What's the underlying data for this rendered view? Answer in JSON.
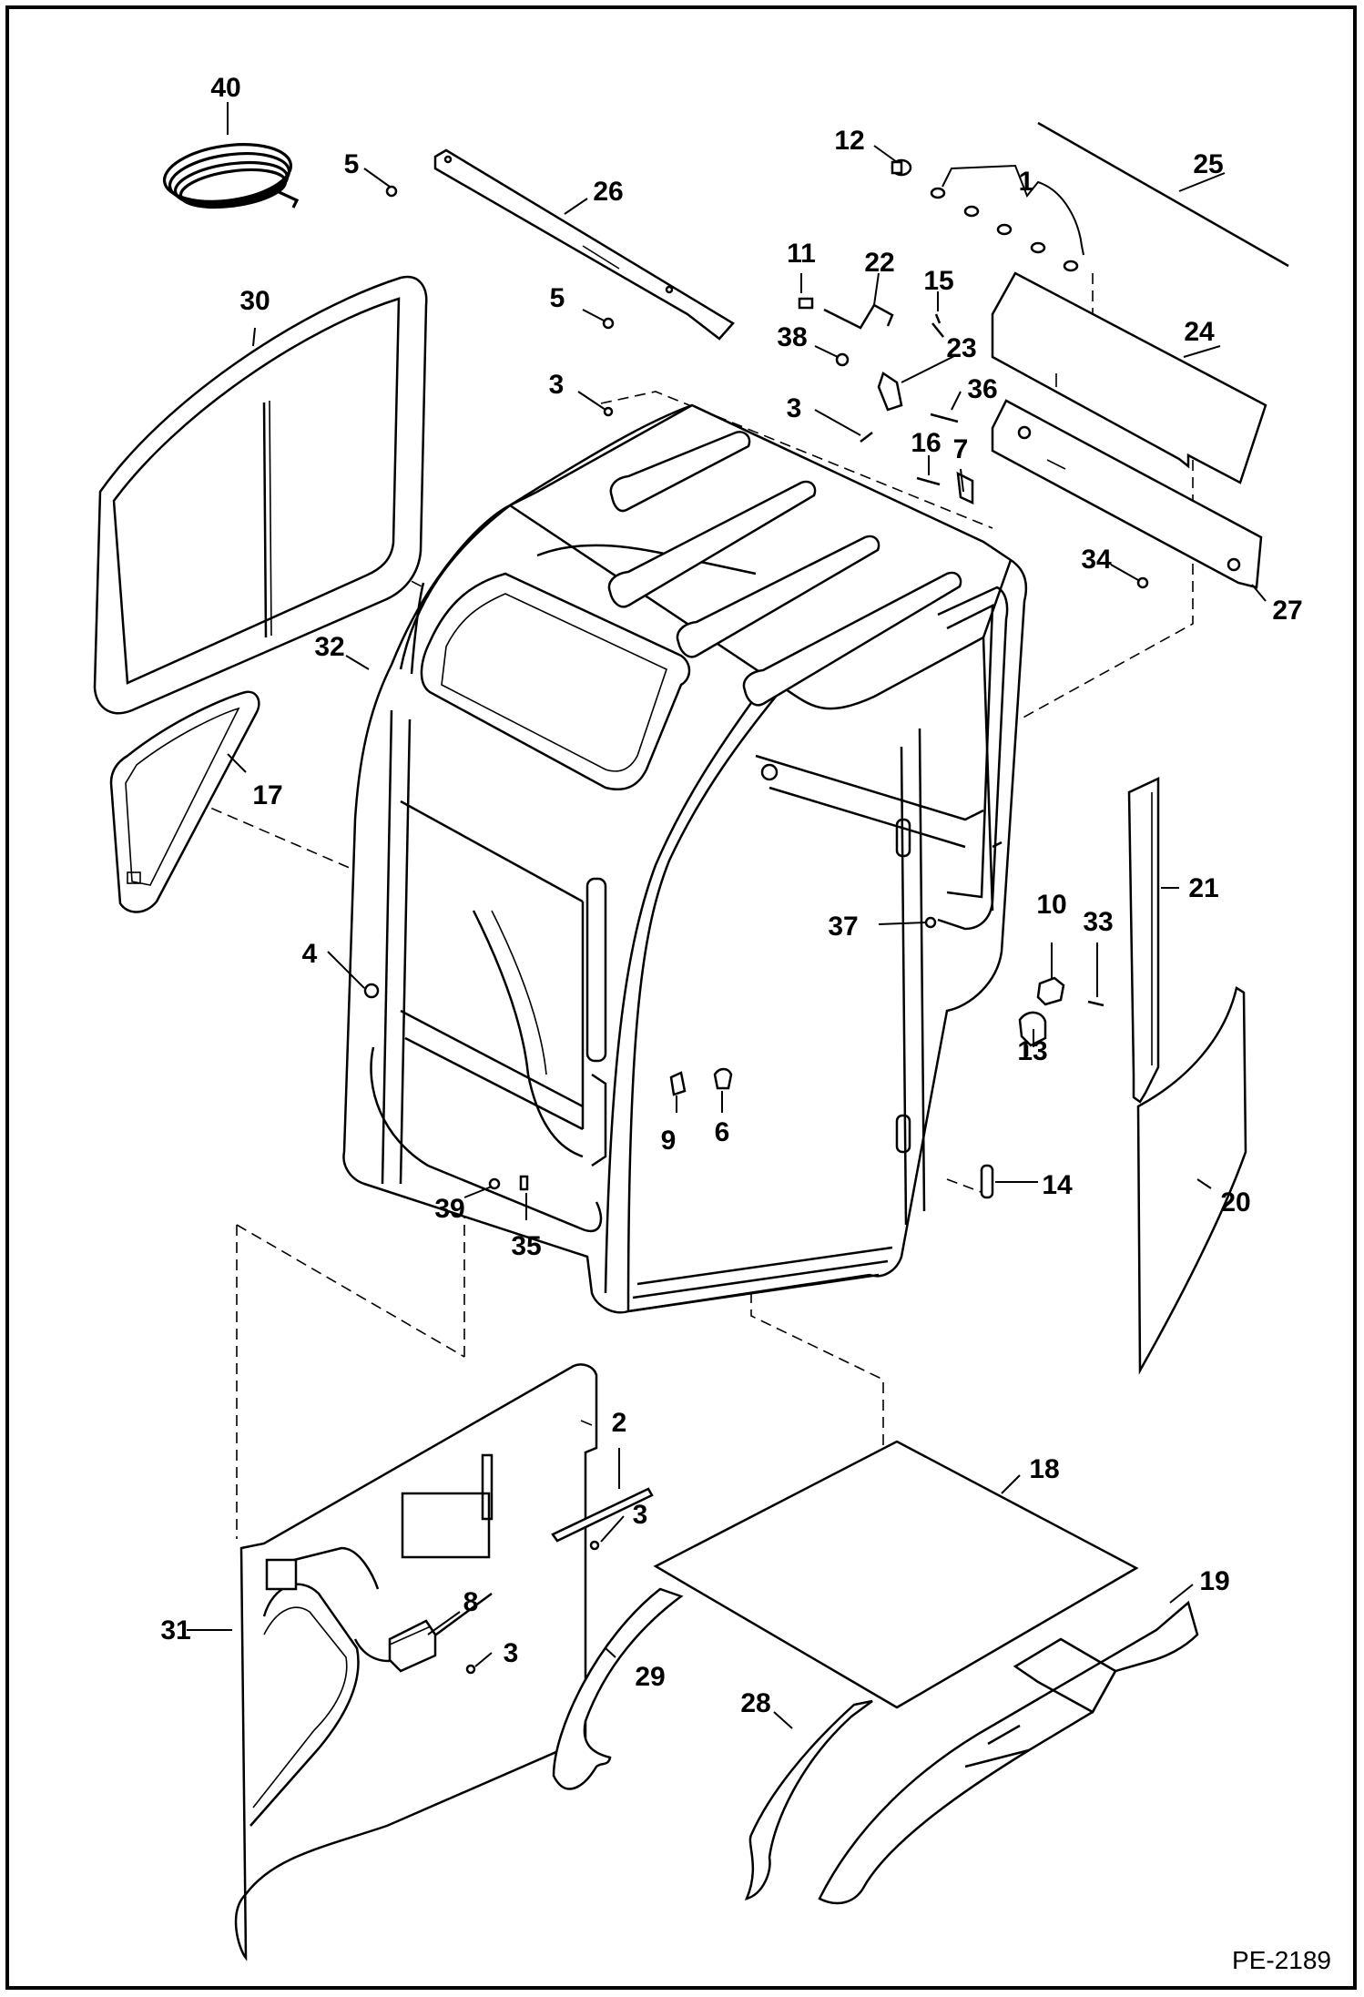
{
  "document": {
    "drawing_number": "PE-2189"
  },
  "callouts": [
    {
      "id": "1",
      "label": "1"
    },
    {
      "id": "2",
      "label": "2"
    },
    {
      "id": "3a",
      "label": "3"
    },
    {
      "id": "3b",
      "label": "3"
    },
    {
      "id": "3c",
      "label": "3"
    },
    {
      "id": "3d",
      "label": "3"
    },
    {
      "id": "4",
      "label": "4"
    },
    {
      "id": "5a",
      "label": "5"
    },
    {
      "id": "5b",
      "label": "5"
    },
    {
      "id": "6",
      "label": "6"
    },
    {
      "id": "7",
      "label": "7"
    },
    {
      "id": "8",
      "label": "8"
    },
    {
      "id": "9",
      "label": "9"
    },
    {
      "id": "10",
      "label": "10"
    },
    {
      "id": "11",
      "label": "11"
    },
    {
      "id": "12",
      "label": "12"
    },
    {
      "id": "13",
      "label": "13"
    },
    {
      "id": "14",
      "label": "14"
    },
    {
      "id": "15",
      "label": "15"
    },
    {
      "id": "16",
      "label": "16"
    },
    {
      "id": "17",
      "label": "17"
    },
    {
      "id": "18",
      "label": "18"
    },
    {
      "id": "19",
      "label": "19"
    },
    {
      "id": "20",
      "label": "20"
    },
    {
      "id": "21",
      "label": "21"
    },
    {
      "id": "22",
      "label": "22"
    },
    {
      "id": "23",
      "label": "23"
    },
    {
      "id": "24",
      "label": "24"
    },
    {
      "id": "25",
      "label": "25"
    },
    {
      "id": "26",
      "label": "26"
    },
    {
      "id": "27",
      "label": "27"
    },
    {
      "id": "28",
      "label": "28"
    },
    {
      "id": "29",
      "label": "29"
    },
    {
      "id": "30",
      "label": "30"
    },
    {
      "id": "31",
      "label": "31"
    },
    {
      "id": "32",
      "label": "32"
    },
    {
      "id": "33",
      "label": "33"
    },
    {
      "id": "34",
      "label": "34"
    },
    {
      "id": "35",
      "label": "35"
    },
    {
      "id": "36",
      "label": "36"
    },
    {
      "id": "37",
      "label": "37"
    },
    {
      "id": "38",
      "label": "38"
    },
    {
      "id": "39",
      "label": "39"
    },
    {
      "id": "40",
      "label": "40"
    },
    {
      "id": "3e",
      "label": "3"
    }
  ]
}
